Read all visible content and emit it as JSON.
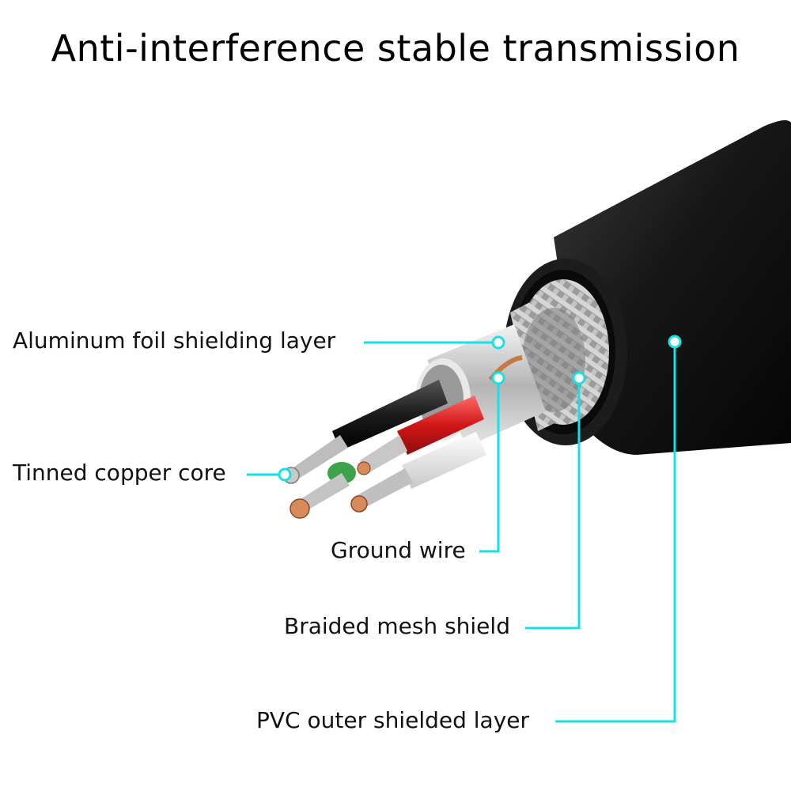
{
  "title": "Anti-interference stable transmission",
  "colors": {
    "leader": "#19e0e6",
    "jacket": "#141414",
    "braid": "#b8b8b8",
    "foil": "#d2d2d2",
    "red_wire": "#d61a1a",
    "black_wire": "#1a1a1a",
    "white_wire": "#ececec",
    "green_wire": "#3ca34a",
    "copper": "#d88a5a",
    "tinned": "#c9c9c9"
  },
  "labels": {
    "aluminum_foil": "Aluminum foil shielding layer",
    "tinned_core": "Tinned copper core",
    "ground_wire": "Ground wire",
    "braided_mesh": "Braided mesh shield",
    "pvc_outer": "PVC outer shielded layer"
  }
}
